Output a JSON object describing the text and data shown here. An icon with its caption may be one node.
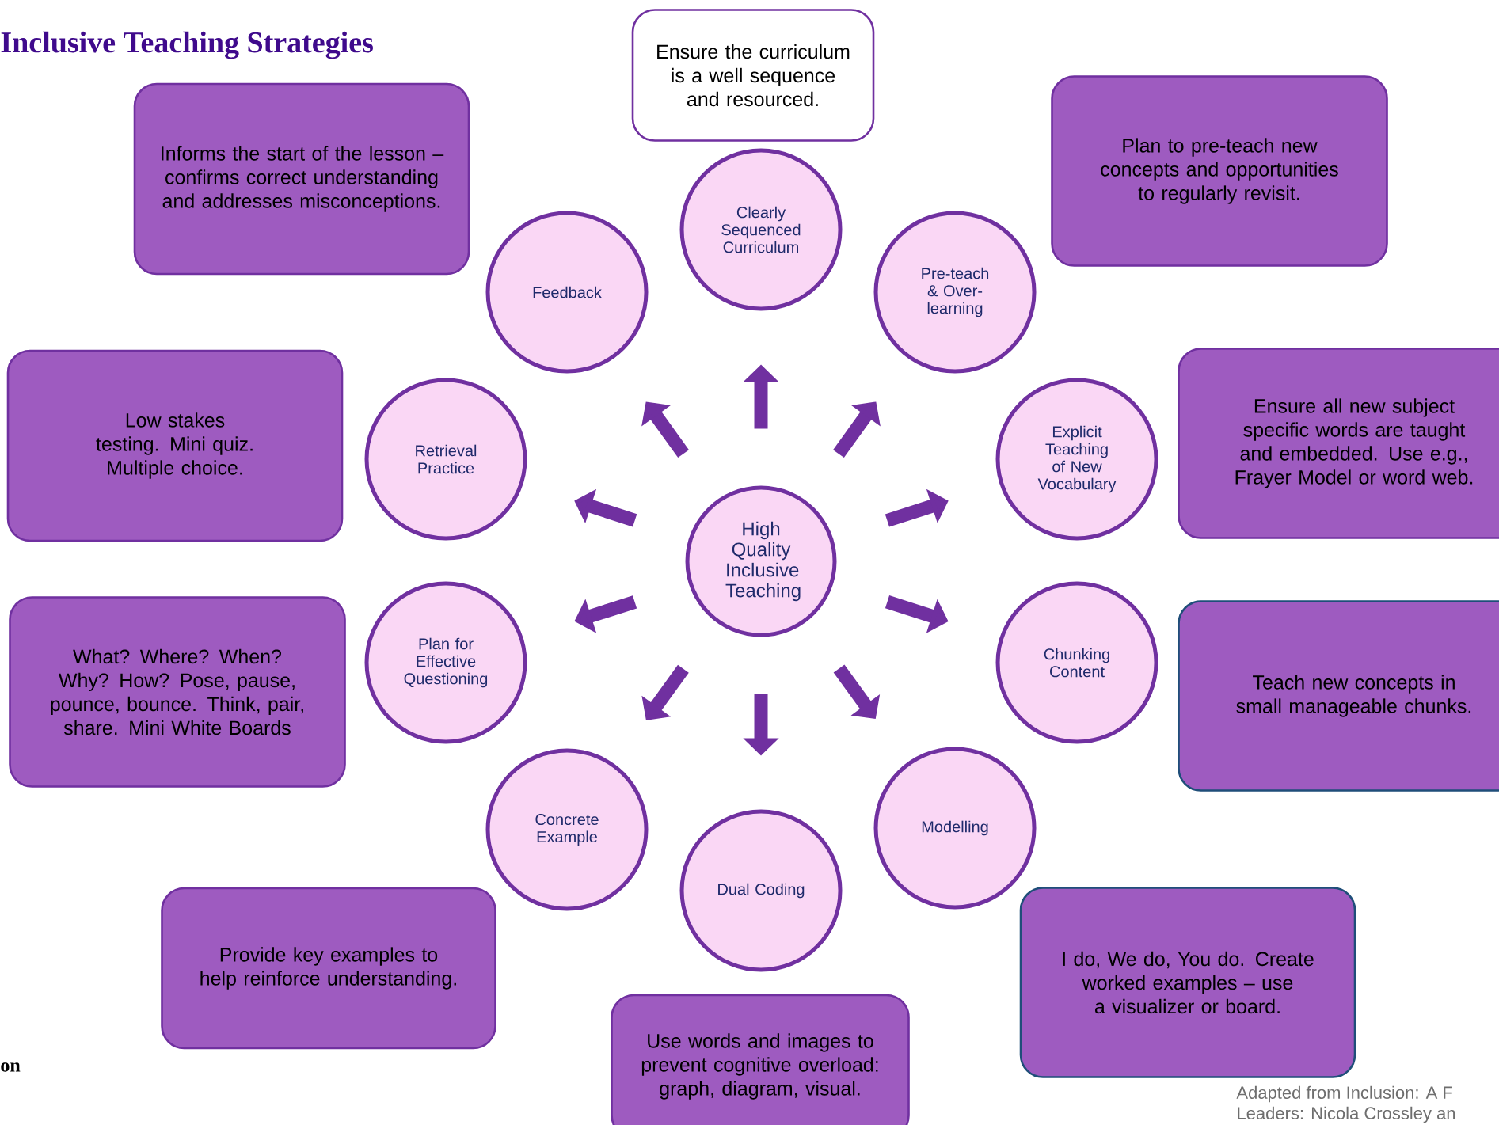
{
  "diagram": {
    "title": "Inclusive Teaching Strategies",
    "nodes": [
      {
        "text": [
          "High Quality Inclusive Teaching"
        ]
      },
      {
        "text": [
          "Clearly Sequenced Curriculum"
        ]
      },
      {
        "text": [
          "Pre-teach & Over-learning"
        ]
      },
      {
        "text": [
          "Explicit Teaching of New Vocabulary"
        ]
      },
      {
        "text": [
          "Chunking Content"
        ]
      },
      {
        "text": [
          "Modelling"
        ]
      },
      {
        "text": [
          "Dual Coding"
        ]
      },
      {
        "text": [
          "Concrete Example"
        ]
      },
      {
        "text": [
          "Plan for Effective Questioning"
        ]
      },
      {
        "text": [
          "Retrieval Practice"
        ]
      },
      {
        "text": [
          "Feedback"
        ]
      },
      {
        "text": [
          "Ensure the curriculum is a well sequence and resourced."
        ]
      },
      {
        "text": [
          "Plan to pre-teach new concepts and opportunities to regularly revisit."
        ]
      },
      {
        "text": [
          "Ensure all new subject specific words are taught and embedded. Use e.g., Frayer Model or word web."
        ]
      },
      {
        "text": [
          "Teach new concepts in small manageable chunks."
        ]
      },
      {
        "text": [
          "I do, We do, You do. Create worked examples – use a visualizer or board."
        ]
      },
      {
        "text": [
          "Use words and images to prevent cognitive overload: graph, diagram, visual."
        ]
      },
      {
        "text": [
          "Provide key examples to help reinforce understanding."
        ]
      },
      {
        "text": [
          "What? Where? When? Why? How? Pose, pause, pounce, bounce. Think, pair, share. Mini White Boards"
        ]
      },
      {
        "text": [
          "Low stakes testing. Mini quiz. Multiple choice."
        ]
      },
      {
        "text": [
          "Informs the start of the lesson – confirms correct understanding and addresses misconceptions."
        ]
      }
    ],
    "edges": [
      {
        "from": 0,
        "to": 1,
        "arrow": "to"
      },
      {
        "from": 0,
        "to": 2,
        "arrow": "to"
      },
      {
        "from": 0,
        "to": 3,
        "arrow": "to"
      },
      {
        "from": 0,
        "to": 4,
        "arrow": "to"
      },
      {
        "from": 0,
        "to": 5,
        "arrow": "to"
      },
      {
        "from": 0,
        "to": 6,
        "arrow": "to"
      },
      {
        "from": 0,
        "to": 7,
        "arrow": "to"
      },
      {
        "from": 0,
        "to": 8,
        "arrow": "to"
      },
      {
        "from": 0,
        "to": 9,
        "arrow": "to"
      },
      {
        "from": 0,
        "to": 10,
        "arrow": "to"
      }
    ],
    "labels": [
      "on",
      "Adapted from Inclusion: A F",
      "Leaders: Nicola Crossley an"
    ]
  }
}
